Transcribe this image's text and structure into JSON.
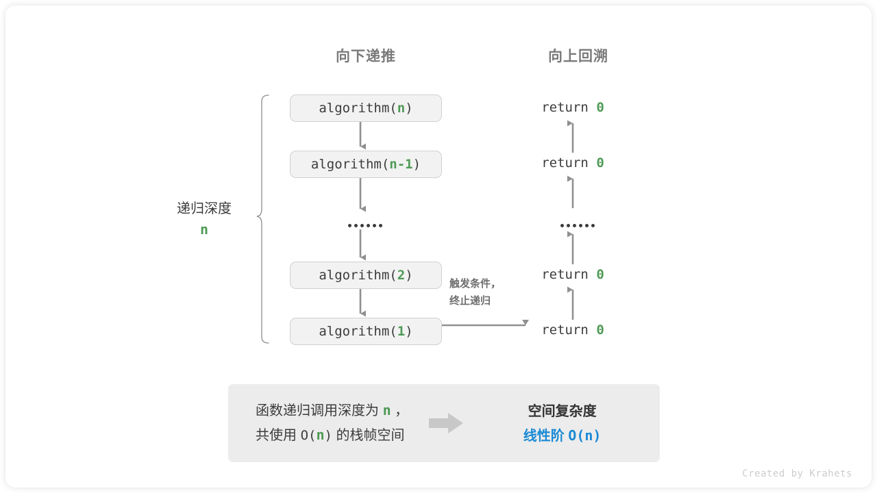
{
  "columns": {
    "down": "向下递推",
    "up": "向上回溯"
  },
  "depth": {
    "label": "递归深度",
    "value": "n"
  },
  "calls": [
    {
      "name": "algorithm(",
      "arg": "n",
      "close": ")"
    },
    {
      "name": "algorithm(",
      "arg": "n-1",
      "close": ")"
    },
    {
      "name": "algorithm(",
      "arg": "2",
      "close": ")"
    },
    {
      "name": "algorithm(",
      "arg": "1",
      "close": ")"
    }
  ],
  "returns": [
    {
      "keyword": "return",
      "value": "0"
    },
    {
      "keyword": "return",
      "value": "0"
    },
    {
      "keyword": "return",
      "value": "0"
    },
    {
      "keyword": "return",
      "value": "0"
    }
  ],
  "ellipsis": "••••••",
  "trigger_note": {
    "line1": "触发条件，",
    "line2": "终止递归"
  },
  "summary": {
    "left_line1_pre": "函数递归调用深度为",
    "left_line1_var": "n",
    "left_line1_post": "，",
    "left_line2_pre": "共使用",
    "left_line2_o": "O(",
    "left_line2_var": "n",
    "left_line2_o_close": ")",
    "left_line2_post": "的栈帧空间",
    "arrow": "right-block-arrow",
    "right_title": "空间复杂度",
    "right_value_cn": "线性阶",
    "right_value_mono": "O(n)"
  },
  "credit": "Created by Krahets",
  "colors": {
    "green": "#4e9a55",
    "blue": "#1a8ad5",
    "gray_text": "#3c3c3c",
    "header_gray": "#7a7a7a",
    "box_fill": "#f2f2f2",
    "panel_fill": "#ececec",
    "wire": "#909090"
  }
}
